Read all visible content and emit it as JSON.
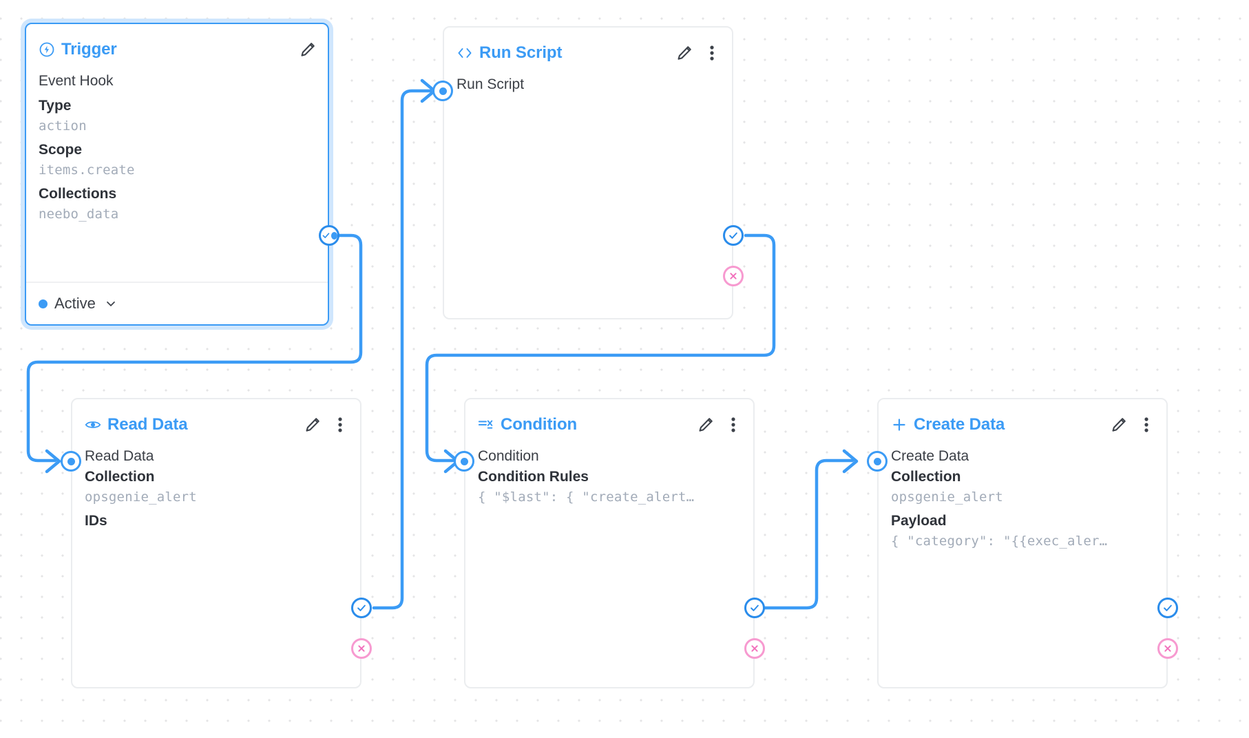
{
  "canvas": {
    "background": "#ffffff",
    "dot_color": "#e4e4e6",
    "accent": "#3b9bf5",
    "resolve_color": "#2a8ceb",
    "reject_color": "#f79ad0",
    "edge_color": "#3b9bf5"
  },
  "nodes": [
    {
      "id": "trigger",
      "title": "Trigger",
      "icon": "trigger-bolt-icon",
      "selected": true,
      "row_name": "Event Hook",
      "fields": [
        {
          "label": "Type",
          "value": "action"
        },
        {
          "label": "Scope",
          "value": "items.create"
        },
        {
          "label": "Collections",
          "value": "neebo_data"
        }
      ],
      "footer": {
        "status_label": "Active",
        "status_color": "#3b9bf5",
        "caret": "chevron-down-icon"
      }
    },
    {
      "id": "run-script",
      "title": "Run Script",
      "icon": "code-brackets-icon",
      "selected": false,
      "row_name": "Run Script",
      "fields": []
    },
    {
      "id": "read-data",
      "title": "Read Data",
      "icon": "eye-icon",
      "selected": false,
      "row_name": "Read Data",
      "fields": [
        {
          "label": "Collection",
          "value": "opsgenie_alert"
        },
        {
          "label": "IDs",
          "value": ""
        }
      ]
    },
    {
      "id": "condition",
      "title": "Condition",
      "icon": "condition-filter-icon",
      "selected": false,
      "row_name": "Condition",
      "fields": [
        {
          "label": "Condition Rules",
          "value": "{ \"$last\": { \"create_alert…"
        }
      ]
    },
    {
      "id": "create-data",
      "title": "Create Data",
      "icon": "plus-icon",
      "selected": false,
      "row_name": "Create Data",
      "fields": [
        {
          "label": "Collection",
          "value": "opsgenie_alert"
        },
        {
          "label": "Payload",
          "value": "{ \"category\": \"{{exec_aler…"
        }
      ]
    }
  ],
  "toolbar": {
    "edit_label": "edit-pencil",
    "more_label": "more-options"
  }
}
